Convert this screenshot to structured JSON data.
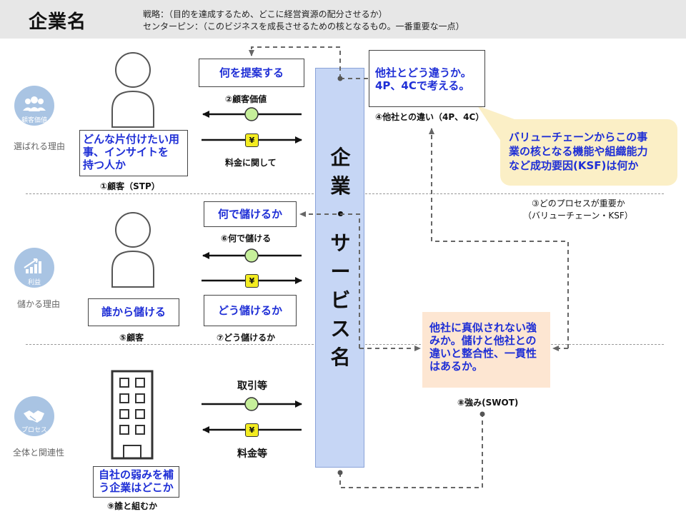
{
  "header": {
    "company": "企業名",
    "strategy": "戦略：（目的を達成するため、どこに経営資源の配分させるか）",
    "centerpin": "センターピン：（このビジネスを成長させるための核となるもの。一番重要な一点）"
  },
  "categories": [
    {
      "icon": "people-icon",
      "name": "顧客価値",
      "sub": "選ばれる理由"
    },
    {
      "icon": "growth-chart-icon",
      "name": "利益",
      "sub": "儲かる理由"
    },
    {
      "icon": "handshake-icon",
      "name": "プロセス",
      "sub": "全体と関連性"
    }
  ],
  "service": {
    "chars": [
      "企",
      "業",
      "・",
      "サ",
      "ー",
      "ビ",
      "ス",
      "名"
    ]
  },
  "row1": {
    "customer_text": [
      "どんな片付けたい用",
      "事、インサイトを",
      "持つ人か"
    ],
    "customer_caption": "①顧客（STP）",
    "proposal": "何を提案する",
    "value_caption": "②顧客価値",
    "price_caption": "料金に関して",
    "diff_text": [
      "他社とどう違うか。",
      "4P、4Cで考える。"
    ],
    "diff_caption": "④他社との違い（4P、4C）"
  },
  "callout": [
    "バリューチェーンからこの事",
    "業の核となる機能や組織能力",
    "など成功要因(KSF)は何か"
  ],
  "process_caption": [
    "③どのプロセスが重要か",
    "（バリューチェーン・KSF）"
  ],
  "row2": {
    "what_earn": "何で儲けるか",
    "what_earn_caption": "⑥何で儲ける",
    "customer": "誰から儲ける",
    "customer_caption": "⑤顧客",
    "how_earn": "どう儲けるか",
    "how_earn_caption": "⑦どう儲けるか"
  },
  "strength": {
    "text": [
      "他社に真似されない強",
      "みか。儲けと他社との",
      "違いと整合性、一貫性",
      "はあるか。"
    ],
    "caption": "⑧強み(SWOT)"
  },
  "row3": {
    "trade_label": "取引等",
    "fee_label": "料金等",
    "partner_text": [
      "自社の弱みを補",
      "う企業はどこか"
    ],
    "partner_caption": "⑨誰と組むか"
  },
  "symbols": {
    "yen": "¥"
  },
  "colors": {
    "header_bg": "#e7e7e7",
    "accent_blue": "#1f2fd6",
    "service_fill": "#c6d6f5",
    "strength_fill": "#fde6d2",
    "callout_fill": "#fbefc6",
    "value_marker": "#c6ef9a",
    "yen_marker": "#f3ec20"
  }
}
